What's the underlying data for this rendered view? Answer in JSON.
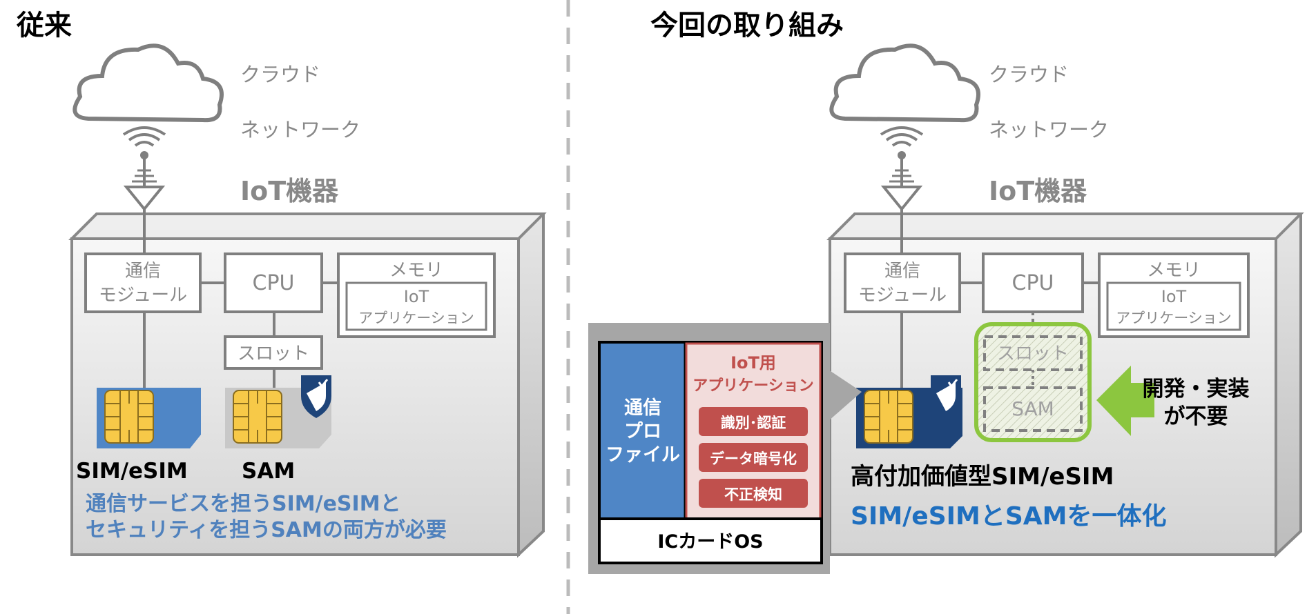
{
  "colors": {
    "gray_line": "#777777",
    "gray_text": "#888888",
    "blue_text": "#4f81bd",
    "accent_blue": "#1f6fbf",
    "sim_blue": "#4f86c6",
    "sim_dark": "#1e4479",
    "chip_gold": "#f7c948",
    "green": "#8cc63f",
    "red_block": "#c0504d",
    "pink_fill": "#f2dcdb",
    "os_gray": "#a6a6a6"
  },
  "left": {
    "title": "従来",
    "cloud_label": "クラウド",
    "network_label": "ネットワーク",
    "device_label": "IoT機器",
    "comm_module": [
      "通信",
      "モジュール"
    ],
    "cpu": "CPU",
    "memory": "メモリ",
    "iot_app": [
      "IoT",
      "アプリケーション"
    ],
    "slot": "スロット",
    "sim_label": "SIM/eSIM",
    "sam_label": "SAM",
    "note": [
      "通信サービスを担うSIM/eSIMと",
      "セキュリティを担うSAMの両方が必要"
    ]
  },
  "right": {
    "title": "今回の取り組み",
    "cloud_label": "クラウド",
    "network_label": "ネットワーク",
    "device_label": "IoT機器",
    "comm_module": [
      "通信",
      "モジュール"
    ],
    "cpu": "CPU",
    "memory": "メモリ",
    "iot_app": [
      "IoT",
      "アプリケーション"
    ],
    "slot": "スロット",
    "sam": "SAM",
    "not_needed": [
      "開発・実装",
      "が不要"
    ],
    "product_label": "高付加価値型SIM/eSIM",
    "integration": "SIM/eSIMとSAMを一体化",
    "callout": {
      "comm_profile": [
        "通信",
        "プロ",
        "ファイル"
      ],
      "iot_app_title": [
        "IoT用",
        "アプリケーション"
      ],
      "functions": [
        "識別･認証",
        "データ暗号化",
        "不正検知"
      ],
      "os": "ICカードOS"
    }
  }
}
